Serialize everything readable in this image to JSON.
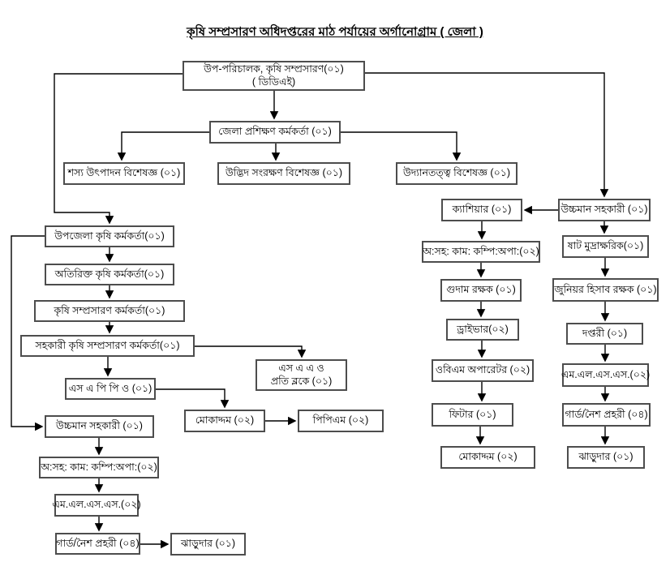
{
  "title": "কৃষি সম্প্রসারণ অধিদপ্তরের মাঠ পর্যায়ের অর্গানোগ্রাম ( জেলা )",
  "nodes": {
    "deputy_director": {
      "line1": "উপ-পরিচালক, কৃষি সম্প্রসারণ(০১)",
      "line2": "( ডিডিএই)"
    },
    "district_training_officer": {
      "label": "জেলা প্রশিক্ষণ কর্মকর্তা (০১)"
    },
    "crop_production_specialist": {
      "label": "শস্য উৎপাদন বিশেষজ্ঞ (০১)"
    },
    "plant_protection_specialist": {
      "label": "উদ্ভিদ সংরক্ষণ বিশেষজ্ঞ (০১)"
    },
    "horticulture_specialist": {
      "label": "উদ্যানতত্ত্ব বিশেষজ্ঞ (০১)"
    },
    "cashier": {
      "label": "ক্যাশিয়ার (০১)"
    },
    "head_assistant_right": {
      "label": "উচ্চমান সহকারী (০১)"
    },
    "upazila_agri_officer": {
      "label": "উপজেলা কৃষি কর্মকর্তা(০১)"
    },
    "additional_agri_officer": {
      "label": "অতিরিক্ত কৃষি কর্মকর্তা(০১)"
    },
    "agri_extension_officer": {
      "label": "কৃষি সম্প্রসারণ কর্মকর্তা(০১)"
    },
    "asst_agri_extension_officer": {
      "label": "সহকারী কৃষি সম্প্রসারণ কর্মকর্তা(০১)"
    },
    "saao_per_block": {
      "line1": "এস এ এ ও",
      "line2": "প্রতি ব্লকে (০১)"
    },
    "sappo": {
      "label": "এস এ পি পি ও (০১)"
    },
    "head_assistant_left": {
      "label": "উচ্চমান সহকারী (০১)"
    },
    "mokaddom_left": {
      "label": "মোকাদ্দম (০২)"
    },
    "ppm": {
      "label": "পিপিএম (০২)"
    },
    "office_asst_cum_computer_operator_left": {
      "label": "অ:সহ: কাম: কম্পি:অপা:(০২)"
    },
    "mlss_left": {
      "label": "এম.এল.এস.এস.(০২)"
    },
    "guard_left": {
      "label": "গার্ড/নৈশ প্রহরী (০৪)"
    },
    "sweeper_left": {
      "label": "ঝাড়ুদার (০১)"
    },
    "office_asst_cum_computer_operator_mid": {
      "label": "অ:সহ: কাম: কম্পি:অপা:(০২)"
    },
    "store_keeper": {
      "label": "গুদাম রক্ষক (০১)"
    },
    "driver": {
      "label": "ড্রাইভার(০২)"
    },
    "obm_operator": {
      "label": "ওবিএম অপারেটর (০২)"
    },
    "fitter": {
      "label": "ফিটার (০১)"
    },
    "mokaddom_mid": {
      "label": "মোকাদ্দম (০২)"
    },
    "stenotypist": {
      "label": "ষাট মুদ্রাক্ষরিক(০১)"
    },
    "junior_accounts_keeper": {
      "label": "জুনিয়র হিসাব রক্ষক (০১)"
    },
    "daftari": {
      "label": "দপ্তরী (০১)"
    },
    "mlss_right": {
      "label": "এম.এল.এস.এস.(০২)"
    },
    "guard_right": {
      "label": "গার্ড/নৈশ প্রহরী (০৪)"
    },
    "sweeper_right": {
      "label": "ঝাড়ুদার (০১)"
    }
  },
  "colors": {
    "line": "#000000",
    "box_border": "#4d4d4d",
    "background": "#ffffff",
    "text": "#000000"
  }
}
